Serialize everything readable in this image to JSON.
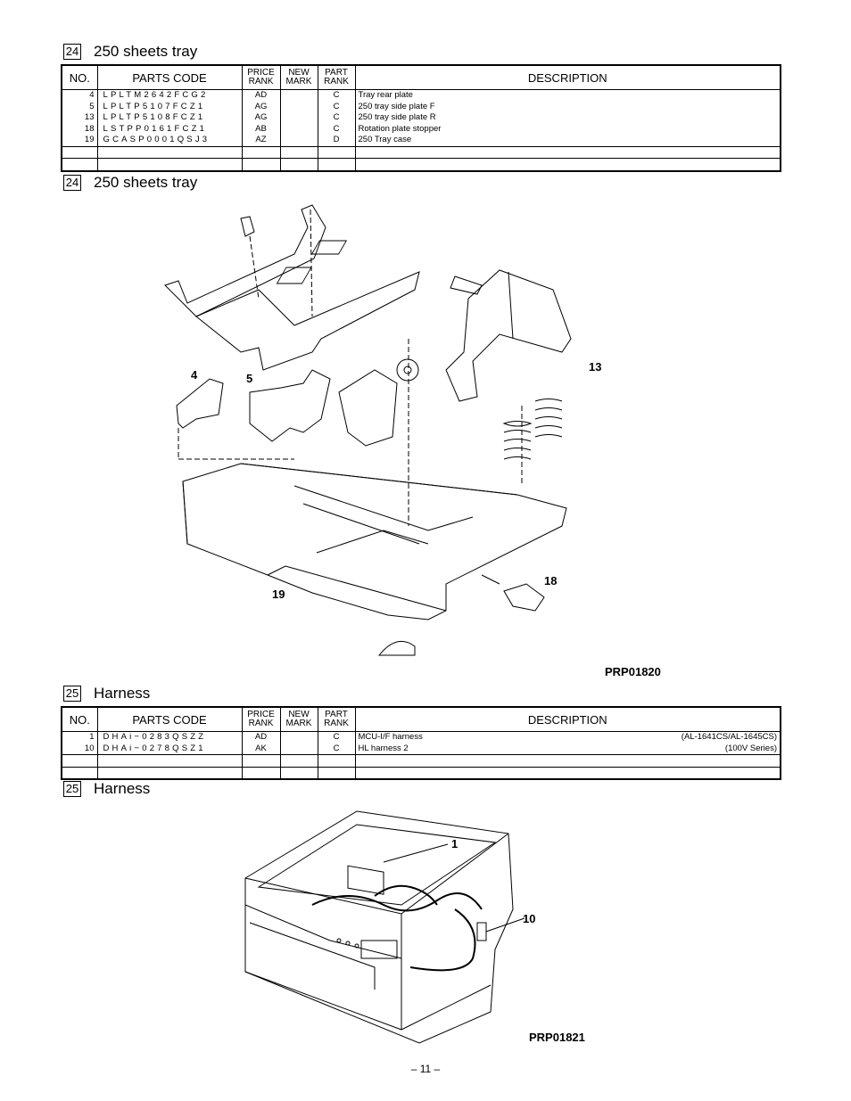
{
  "sections": [
    {
      "number": "24",
      "title": "250 sheets tray"
    },
    {
      "number": "24",
      "title": "250 sheets tray"
    },
    {
      "number": "25",
      "title": "Harness"
    },
    {
      "number": "25",
      "title": "Harness"
    }
  ],
  "table_headers": {
    "no": "NO.",
    "parts_code": "PARTS CODE",
    "price_rank_1": "PRICE",
    "price_rank_2": "RANK",
    "new_mark_1": "NEW",
    "new_mark_2": "MARK",
    "part_rank_1": "PART",
    "part_rank_2": "RANK",
    "description": "DESCRIPTION"
  },
  "tray_parts": [
    {
      "no": "4",
      "code": "LPLTM2642FCG2",
      "price": "AD",
      "new": "",
      "rank": "C",
      "desc": "Tray rear plate"
    },
    {
      "no": "5",
      "code": "LPLTP5107FCZ1",
      "price": "AG",
      "new": "",
      "rank": "C",
      "desc": "250 tray side plate F"
    },
    {
      "no": "13",
      "code": "LPLTP5108FCZ1",
      "price": "AG",
      "new": "",
      "rank": "C",
      "desc": "250 tray side plate R"
    },
    {
      "no": "18",
      "code": "LSTPP0161FCZ1",
      "price": "AB",
      "new": "",
      "rank": "C",
      "desc": "Rotation plate stopper"
    },
    {
      "no": "19",
      "code": "GCASP0001QSJ3",
      "price": "AZ",
      "new": "",
      "rank": "D",
      "desc": "250 Tray case"
    }
  ],
  "harness_parts": [
    {
      "no": "1",
      "code": "DHAi−0283QSZZ",
      "price": "AD",
      "new": "",
      "rank": "C",
      "desc": "MCU-I/F harness",
      "note": "(AL-1641CS/AL-1645CS)"
    },
    {
      "no": "10",
      "code": "DHAi−0278QSZ1",
      "price": "AK",
      "new": "",
      "rank": "C",
      "desc": "HL harness 2",
      "note": "(100V Series)"
    }
  ],
  "tray_diagram": {
    "callouts": [
      "4",
      "5",
      "13",
      "18",
      "19"
    ],
    "figure_code": "PRP01820"
  },
  "harness_diagram": {
    "callouts": [
      "1",
      "10"
    ],
    "figure_code": "PRP01821"
  },
  "footer": {
    "page": "– 11 –"
  }
}
